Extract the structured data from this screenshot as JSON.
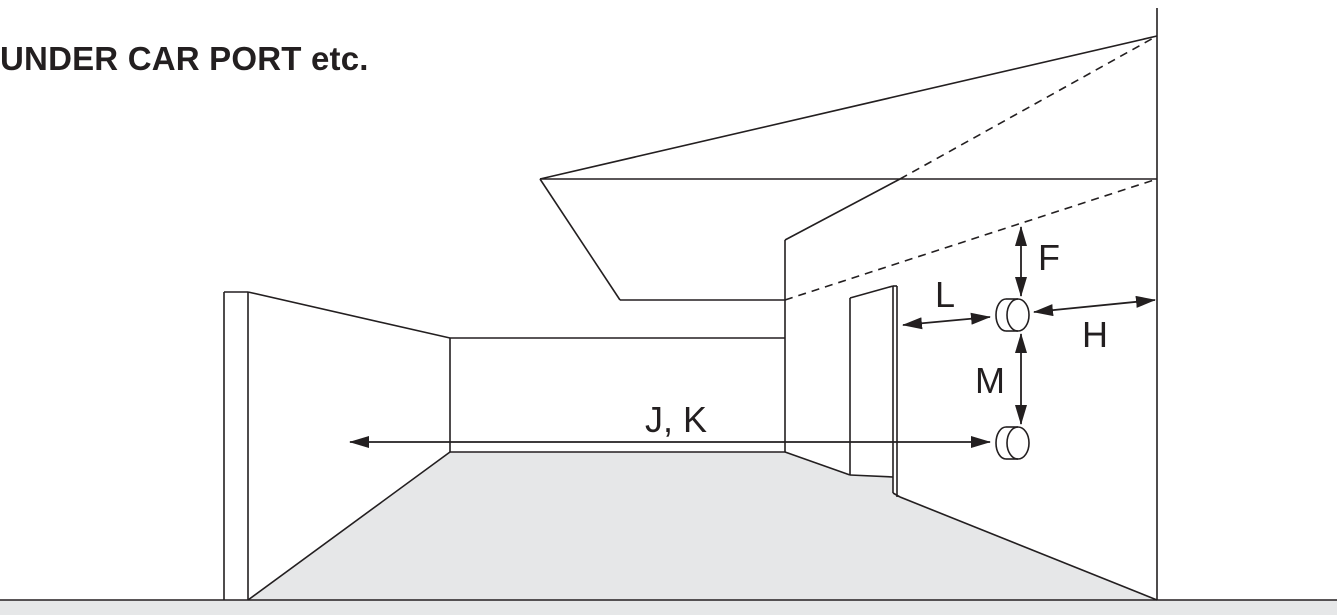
{
  "title": "UNDER CAR PORT etc.",
  "labels": {
    "f": "F",
    "l": "L",
    "h": "H",
    "m": "M",
    "jk": "J, K"
  },
  "colors": {
    "line": "#231f20",
    "floor": "#e6e7e8",
    "background": "#ffffff"
  }
}
